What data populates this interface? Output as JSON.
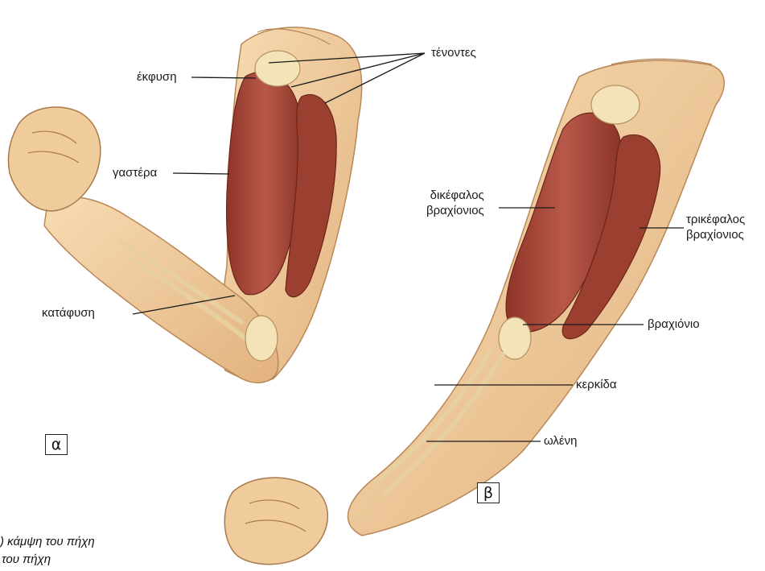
{
  "labels": {
    "tendons": "τένοντες",
    "origin": "έκφυση",
    "belly": "γαστέρα",
    "insertion": "κατάφυση",
    "biceps_line1": "δικέφαλος",
    "biceps_line2": "βραχίονιος",
    "triceps_line1": "τρικέφαλος",
    "triceps_line2": "βραχίονιος",
    "humerus": "βραχιόνιο",
    "radius": "κερκίδα",
    "ulna": "ωλένη"
  },
  "panels": {
    "a": "α",
    "b": "β"
  },
  "caption": {
    "line1": ") κάμψη του πήχη",
    "line2": "του πήχη"
  },
  "colors": {
    "skin": "#f3d3a4",
    "skin_shadow": "#d9a978",
    "muscle": "#a8493a",
    "muscle_dark": "#7d2f25",
    "bone": "#f4e2b8",
    "leader_line": "#1a1a1a"
  }
}
